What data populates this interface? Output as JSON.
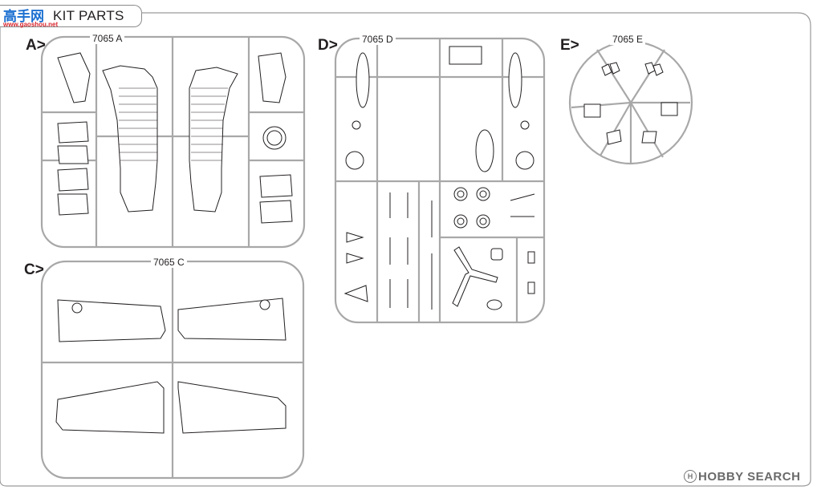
{
  "header": {
    "title": "KIT PARTS",
    "logo_cn": "高手网",
    "logo_url": "www.gaoshou.net"
  },
  "sprues": [
    {
      "letter": "A>",
      "label": "7065 A"
    },
    {
      "letter": "C>",
      "label": "7065 C"
    },
    {
      "letter": "D>",
      "label": "7065 D"
    },
    {
      "letter": "E>",
      "label": "7065 E"
    }
  ],
  "footer": {
    "watermark": "HOBBY SEARCH",
    "watermark_icon": "H"
  },
  "colors": {
    "frame": "#b0b0b0",
    "ink": "#231f20",
    "logo_blue": "#1b6fd1",
    "logo_red": "#d8262d"
  }
}
